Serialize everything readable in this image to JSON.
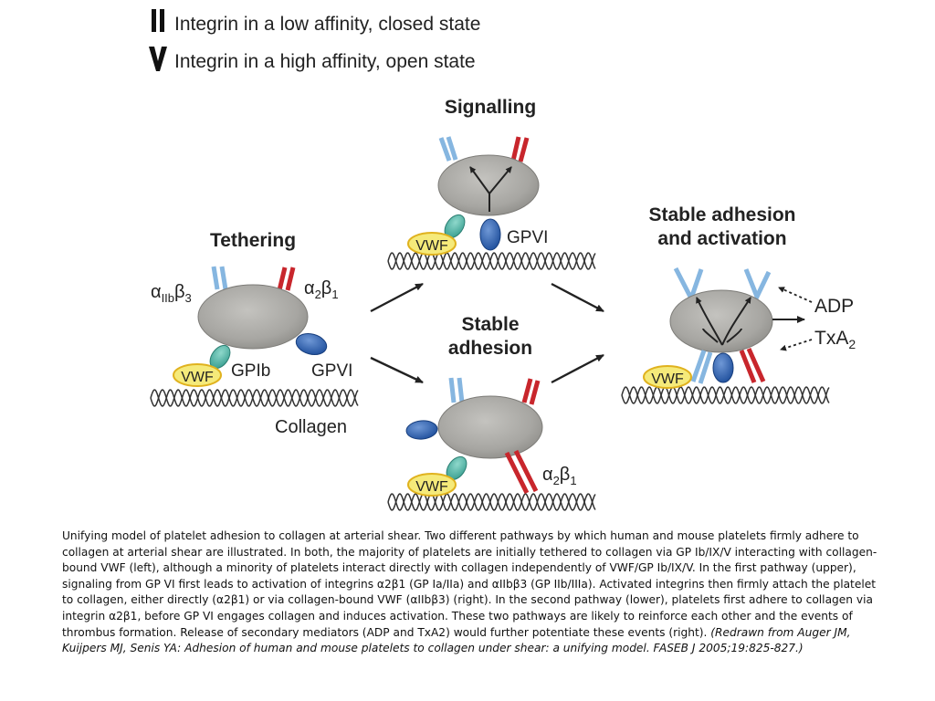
{
  "legend": {
    "closed_symbol": "II",
    "closed_text": "Integrin in a low affinity, closed state",
    "open_symbol": "V",
    "open_text": "Integrin in a high affinity, open state"
  },
  "panels": {
    "tethering": {
      "title": "Tethering",
      "aIIb_a": "α",
      "aIIb_sub": "IIb",
      "aIIb_b": "β",
      "aIIb_num": "3",
      "a2_a": "α",
      "a2_sub": "2",
      "a2_b": "β",
      "a2_num": "1",
      "vwf": "VWF",
      "gpib": "GPIb",
      "gpvi": "GPVI",
      "collagen": "Collagen"
    },
    "signalling": {
      "title": "Signalling",
      "vwf": "VWF",
      "gpvi": "GPVI"
    },
    "stable": {
      "title_line1": "Stable",
      "title_line2": "adhesion",
      "vwf": "VWF",
      "a2_a": "α",
      "a2_sub": "2",
      "a2_b": "β",
      "a2_num": "1"
    },
    "activation": {
      "title_line1": "Stable adhesion",
      "title_line2": "and activation",
      "vwf": "VWF",
      "adp": "ADP",
      "txa": "TxA",
      "txa_sub": "2"
    }
  },
  "caption": {
    "body": "Unifying model of platelet adhesion to collagen at arterial shear. Two different pathways by which human and mouse platelets firmly adhere to collagen at arterial shear are illustrated. In both, the majority of platelets are initially tethered to collagen via GP Ib/IX/V interacting with collagen-bound VWF (left), although a minority of platelets interact directly with collagen independently of VWF/GP Ib/IX/V. In the first pathway (upper), signaling from GP VI first leads to activation of integrins α2β1 (GP Ia/IIa) and αIIbβ3 (GP IIb/IIIa). Activated integrins then firmly attach the platelet to collagen, either directly (α2β1) or via collagen-bound VWF (αIIbβ3) (right). In the second pathway (lower), platelets first adhere to collagen via integrin α2β1, before GP VI engages collagen and induces activation. These two pathways are likely to reinforce each other and the events of thrombus formation. Release of secondary mediators (ADP and TxA2) would further potentiate these events (right). ",
    "citation": "(Redrawn from Auger JM, Kuijpers MJ, Senis YA: Adhesion of human and mouse platelets to collagen under shear: a unifying model. FASEB J 2005;19:825-827.)"
  },
  "colors": {
    "platelet": "#a7a6a2",
    "integrin_open_closed_light": "#86b6e0",
    "integrin_red": "#c8262c",
    "gpvi_blue": "#2d63b4",
    "gpib_teal": "#5bbfb0",
    "vwf_yellow": "#f5ea7a",
    "collagen": "#333333"
  }
}
